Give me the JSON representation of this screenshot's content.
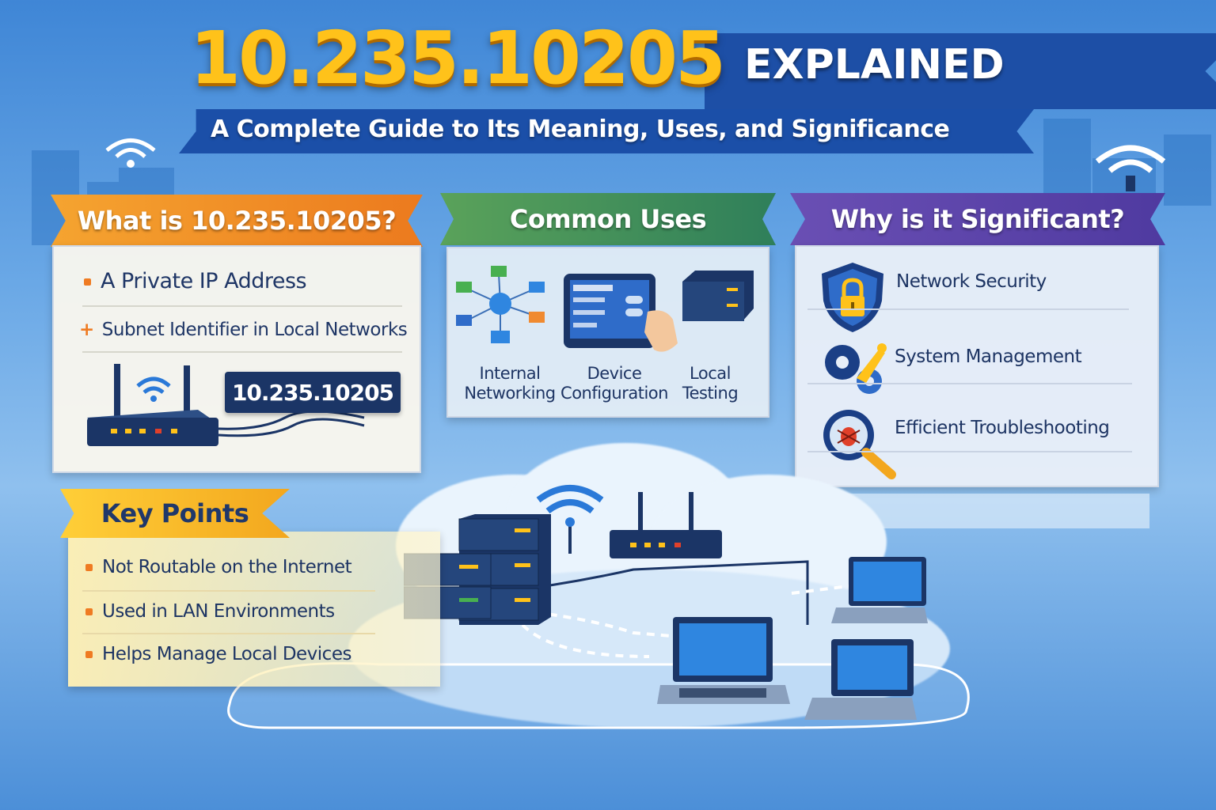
{
  "title": {
    "ip": "10.235.10205",
    "suffix": "EXPLAINED",
    "subtitle": "A Complete Guide to Its Meaning, Uses, and Significance"
  },
  "what_is": {
    "header": "What is 10.235.10205?",
    "items": [
      "A Private IP Address",
      "Subnet Identifier in Local Networks"
    ],
    "ip_tag": "10.235.10205"
  },
  "common_uses": {
    "header": "Common Uses",
    "items": [
      {
        "line1": "Internal",
        "line2": "Networking",
        "icon": "network-topology-icon"
      },
      {
        "line1": "Device",
        "line2": "Configuration",
        "icon": "tablet-config-icon"
      },
      {
        "line1": "Local",
        "line2": "Testing",
        "icon": "server-icon"
      }
    ]
  },
  "significance": {
    "header": "Why is it Significant?",
    "items": [
      {
        "label": "Network Security",
        "icon": "shield-lock-icon"
      },
      {
        "label": "System Management",
        "icon": "gears-wrench-icon"
      },
      {
        "label": "Efficient Troubleshooting",
        "icon": "magnifier-bug-icon"
      }
    ]
  },
  "key_points": {
    "header": "Key Points",
    "items": [
      "Not Routable on the Internet",
      "Used in LAN Environments",
      "Helps Manage Local Devices"
    ]
  },
  "colors": {
    "title_gold": "#ffc21a",
    "ribbon_blue": "#1d4fa6",
    "orange": "#ef7b22",
    "green": "#2f7f5a",
    "purple": "#4f3aa0",
    "yellow": "#ffcf38",
    "text_navy": "#1d3463"
  }
}
